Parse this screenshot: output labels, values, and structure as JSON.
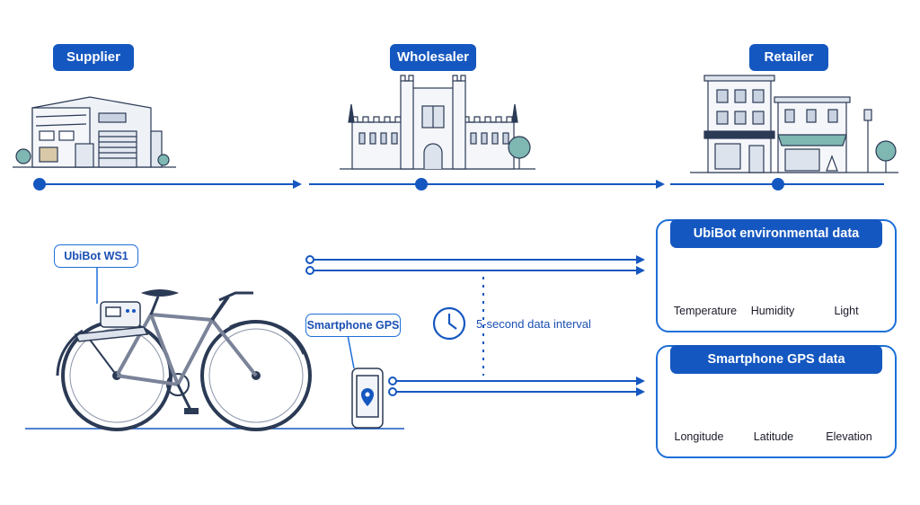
{
  "stages": [
    "Supplier",
    "Wholesaler",
    "Retailer"
  ],
  "device_label": "UbiBot WS1",
  "gps_label": "Smartphone GPS",
  "interval_label": "5-second data interval",
  "env_panel": {
    "title": "UbiBot environmental data",
    "items": [
      "Temperature",
      "Humidity",
      "Light"
    ]
  },
  "gps_panel": {
    "title": "Smartphone GPS data",
    "items": [
      "Longitude",
      "Latitude",
      "Elevation"
    ]
  },
  "colors": {
    "primary": "#1557c0",
    "accent": "#1d6fd8",
    "line_art": "#2b3a55",
    "tree": "#7fb7b3"
  }
}
